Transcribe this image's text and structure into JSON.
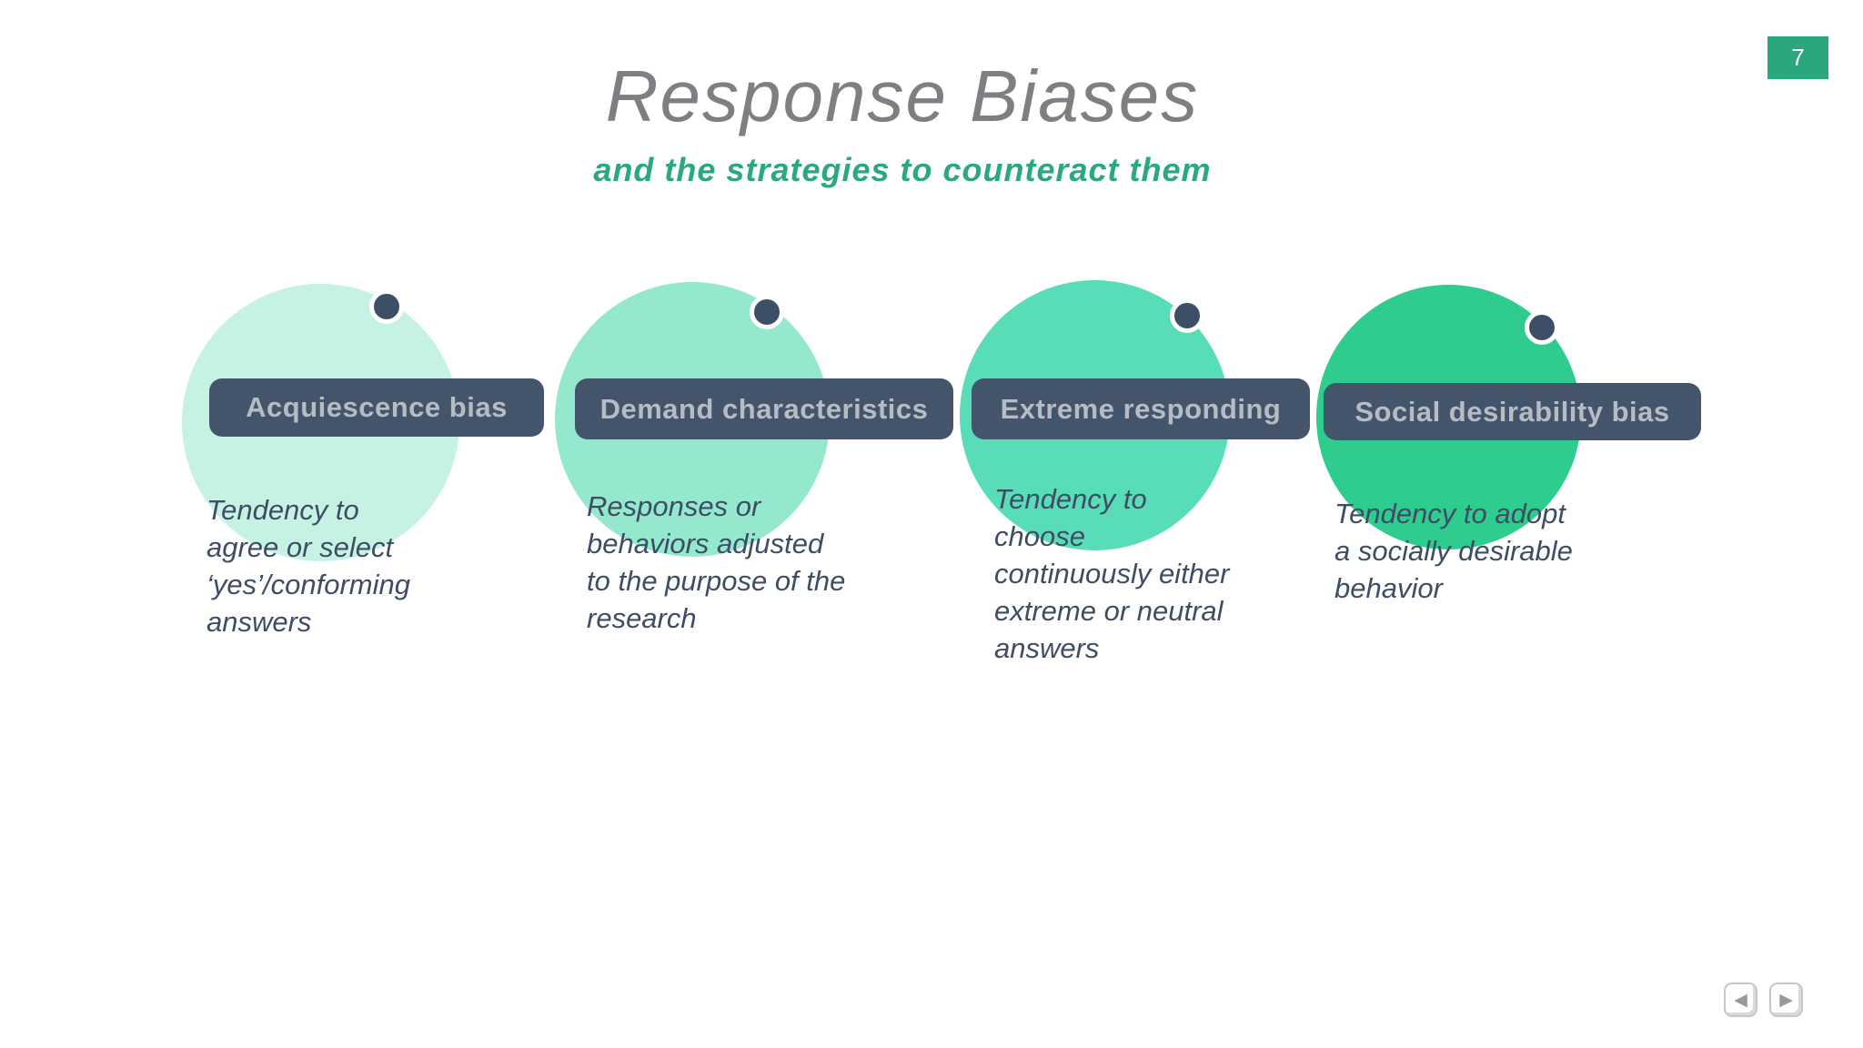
{
  "slide": {
    "page_number": "7",
    "title": "Response Biases",
    "subtitle": "and the strategies to counteract them"
  },
  "colors": {
    "title_text": "#7d7f82",
    "subtitle_text": "#2aa87e",
    "page_badge_bg": "#2aa77c",
    "page_badge_text": "#ffffff",
    "label_pill_bg": "#44546a",
    "label_pill_text": "#b6bcc3",
    "marker_dot": "#3d4f66",
    "description_text": "#3e4d64"
  },
  "biases": [
    {
      "label": "Acquiescence bias",
      "description": "Tendency to\nagree or select\n‘yes’/conforming\nanswers",
      "circle_color": "#c6f2e3"
    },
    {
      "label": "Demand characteristics",
      "description": "Responses or\nbehaviors adjusted\nto the purpose of the\nresearch",
      "circle_color": "#93e8cd"
    },
    {
      "label": "Extreme responding",
      "description": "Tendency to\nchoose\ncontinuously either\nextreme or neutral\nanswers",
      "circle_color": "#59dcb8"
    },
    {
      "label": "Social desirability bias",
      "description": "Tendency to adopt\na socially desirable\nbehavior",
      "circle_color": "#2ecc8e"
    }
  ],
  "navigation": {
    "prev_label": "◀",
    "next_label": "▶"
  }
}
